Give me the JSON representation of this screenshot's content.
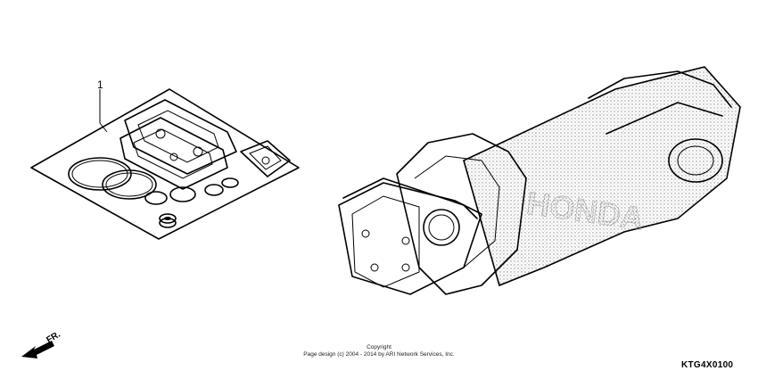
{
  "diagram": {
    "callouts": [
      "1"
    ],
    "direction_label": "FR.",
    "watermark": "HONDA",
    "copyright_line1": "Copyright",
    "copyright_line2": "Page design (c) 2004 - 2014 by ARI Network Services, Inc.",
    "figure_code": "KTG4X0100"
  }
}
